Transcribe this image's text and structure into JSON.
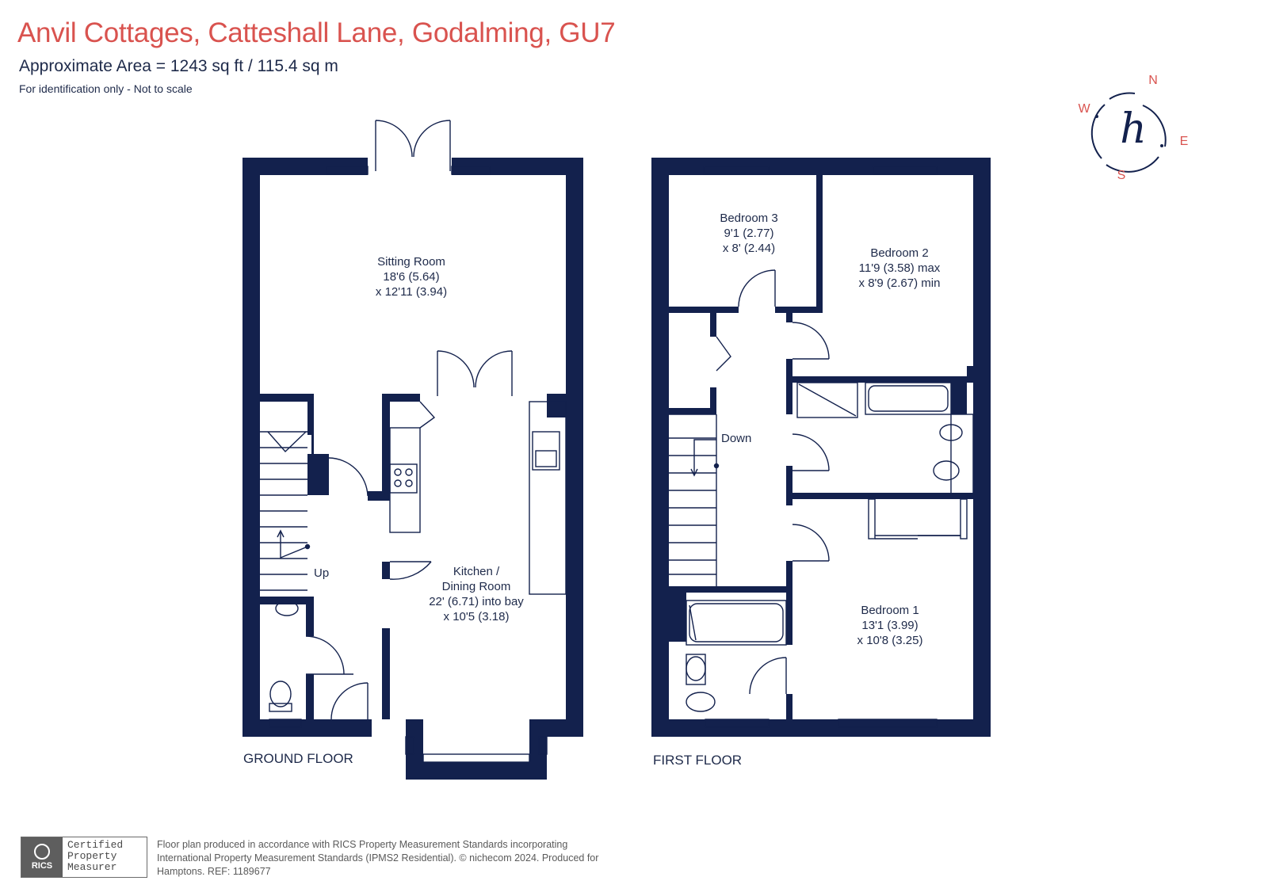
{
  "header": {
    "title": "Anvil Cottages, Catteshall Lane, Godalming, GU7",
    "area": "Approximate Area = 1243  sq ft / 115.4  sq m",
    "identification": "For identification only - Not to scale"
  },
  "compass": {
    "n": "N",
    "e": "E",
    "s": "S",
    "w": "W",
    "logo_letter": "h"
  },
  "ground_floor": {
    "label": "GROUND FLOOR",
    "sitting_room": {
      "name": "Sitting Room",
      "dim1": "18'6 (5.64)",
      "dim2": "x 12'11 (3.94)"
    },
    "kitchen": {
      "name1": "Kitchen /",
      "name2": "Dining Room",
      "dim1": "22' (6.71) into bay",
      "dim2": "x 10'5 (3.18)"
    },
    "stairs_label": "Up"
  },
  "first_floor": {
    "label": "FIRST FLOOR",
    "bedroom3": {
      "name": "Bedroom 3",
      "dim1": "9'1 (2.77)",
      "dim2": "x 8' (2.44)"
    },
    "bedroom2": {
      "name": "Bedroom 2",
      "dim1": "11'9 (3.58) max",
      "dim2": "x 8'9 (2.67) min"
    },
    "bedroom1": {
      "name": "Bedroom 1",
      "dim1": "13'1 (3.99)",
      "dim2": "x 10'8 (3.25)"
    },
    "stairs_label": "Down"
  },
  "footer": {
    "badge_logo": "RICS",
    "badge_line1": "Certified",
    "badge_line2": "Property",
    "badge_line3": "Measurer",
    "note_line1": "Floor plan produced in accordance with RICS Property Measurement Standards incorporating",
    "note_line2": "International Property Measurement Standards (IPMS2 Residential).  © nichecom 2024.   Produced for",
    "note_line3": "Hamptons.  REF: 1189677"
  },
  "colors": {
    "wall": "#13214d",
    "accent": "#d9534f",
    "text": "#1e2a4a"
  }
}
